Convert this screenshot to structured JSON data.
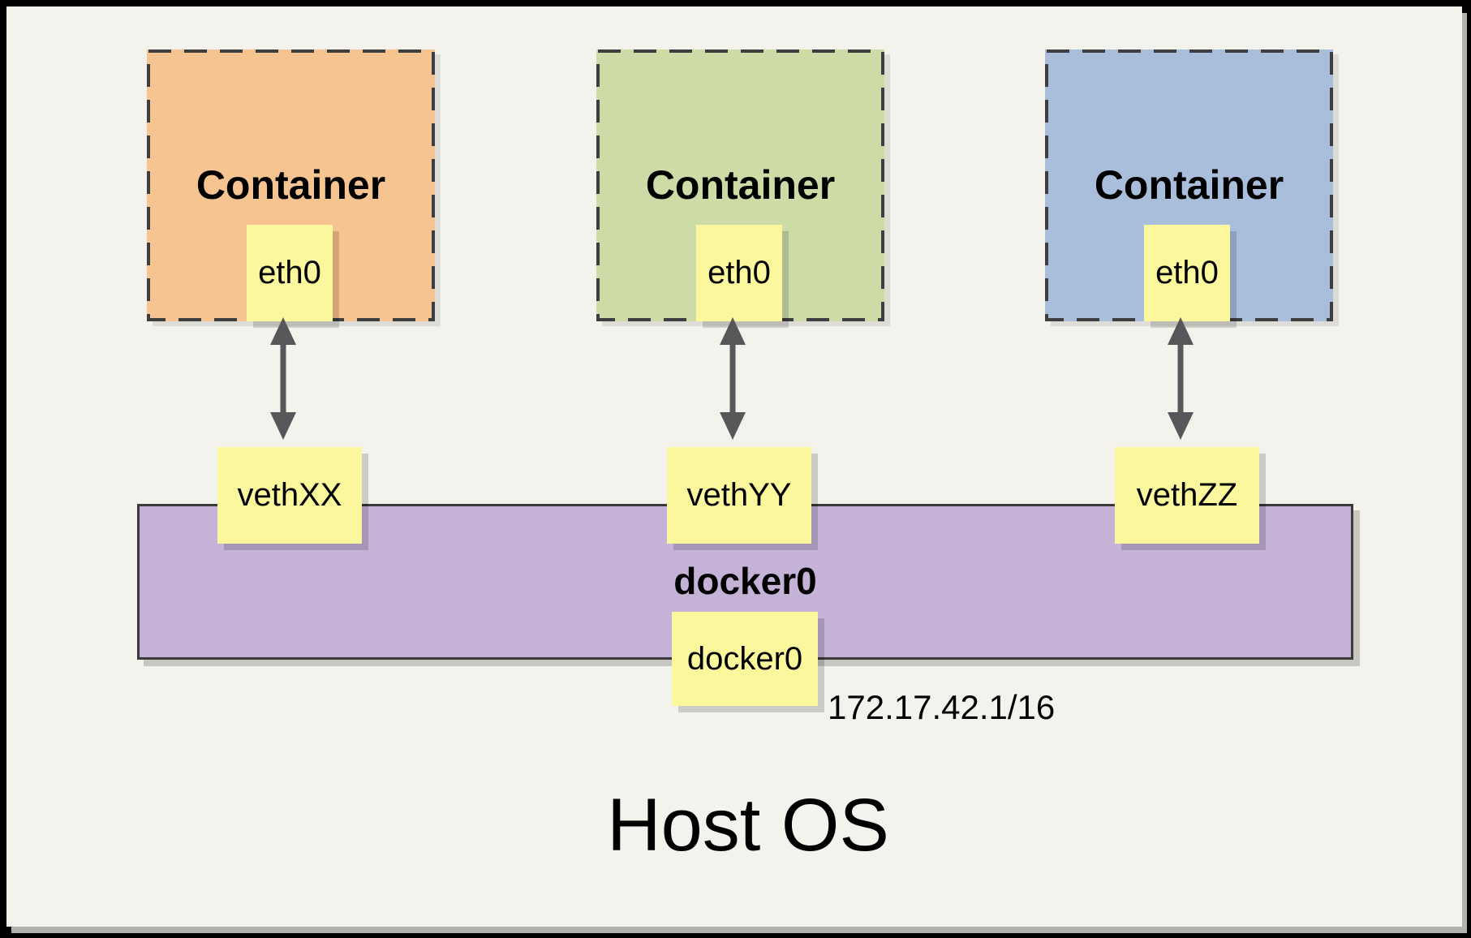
{
  "diagram": {
    "host_label": "Host OS",
    "bridge": {
      "label": "docker0",
      "port_label": "docker0",
      "ip": "172.17.42.1/16"
    },
    "containers": [
      {
        "title": "Container",
        "interface_label": "eth0",
        "veth_label": "vethXX",
        "fill": "#F6C491"
      },
      {
        "title": "Container",
        "interface_label": "eth0",
        "veth_label": "vethYY",
        "fill": "#CDDCA6"
      },
      {
        "title": "Container",
        "interface_label": "eth0",
        "veth_label": "vethZZ",
        "fill": "#A9BEDB"
      }
    ],
    "colors": {
      "panel_background": "#F4F2EC",
      "frame": "#000000",
      "node_fill": "#FAF79D",
      "bridge_fill": "#C4B3D7",
      "dashed_border": "#3E3E3E",
      "arrow": "#57575A"
    }
  }
}
